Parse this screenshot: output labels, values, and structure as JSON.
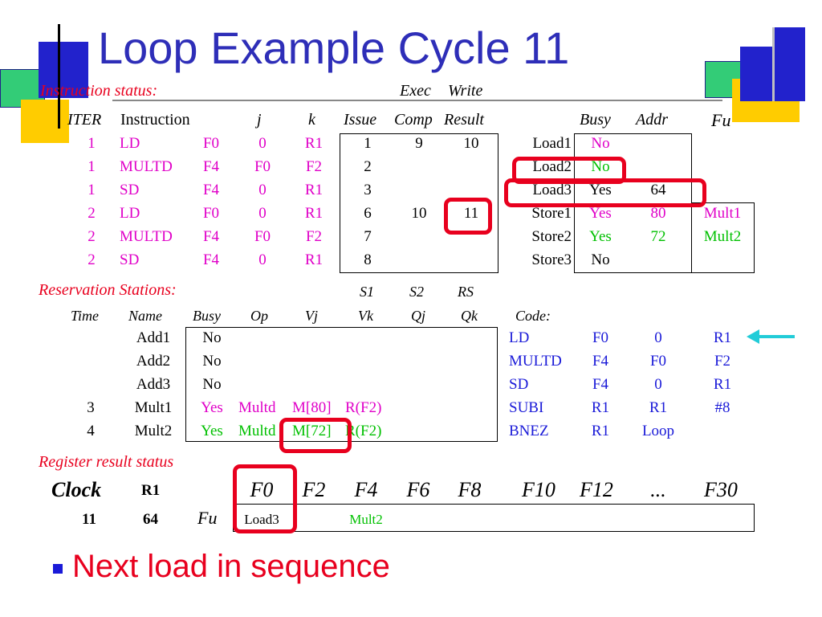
{
  "slide": {
    "title": "Loop Example Cycle 11",
    "bullet_text": "Next load in sequence"
  },
  "instruction_status": {
    "label": "Instruction status:",
    "header_top": [
      "Exec",
      "Write"
    ],
    "headers": [
      "ITER",
      "Instruction",
      "j",
      "k",
      "Issue",
      "Comp",
      "Result"
    ],
    "rows": [
      {
        "iter": "1",
        "op": "LD",
        "dest": "F0",
        "j": "0",
        "k": "R1",
        "issue": "1",
        "comp": "9",
        "result": "10"
      },
      {
        "iter": "1",
        "op": "MULTD",
        "dest": "F4",
        "j": "F0",
        "k": "F2",
        "issue": "2",
        "comp": "",
        "result": ""
      },
      {
        "iter": "1",
        "op": "SD",
        "dest": "F4",
        "j": "0",
        "k": "R1",
        "issue": "3",
        "comp": "",
        "result": ""
      },
      {
        "iter": "2",
        "op": "LD",
        "dest": "F0",
        "j": "0",
        "k": "R1",
        "issue": "6",
        "comp": "10",
        "result": "11"
      },
      {
        "iter": "2",
        "op": "MULTD",
        "dest": "F4",
        "j": "F0",
        "k": "F2",
        "issue": "7",
        "comp": "",
        "result": ""
      },
      {
        "iter": "2",
        "op": "SD",
        "dest": "F4",
        "j": "0",
        "k": "R1",
        "issue": "8",
        "comp": "",
        "result": ""
      }
    ]
  },
  "load_store": {
    "headers": [
      "Busy",
      "Addr",
      "Fu"
    ],
    "rows": [
      {
        "name": "Load1",
        "busy": "No",
        "addr": "",
        "fu": ""
      },
      {
        "name": "Load2",
        "busy": "No",
        "addr": "",
        "fu": ""
      },
      {
        "name": "Load3",
        "busy": "Yes",
        "addr": "64",
        "fu": ""
      },
      {
        "name": "Store1",
        "busy": "Yes",
        "addr": "80",
        "fu": "Mult1"
      },
      {
        "name": "Store2",
        "busy": "Yes",
        "addr": "72",
        "fu": "Mult2"
      },
      {
        "name": "Store3",
        "busy": "No",
        "addr": "",
        "fu": ""
      }
    ]
  },
  "reservation_stations": {
    "label": "Reservation Stations:",
    "header_top": [
      "S1",
      "S2",
      "RS"
    ],
    "headers": [
      "Time",
      "Name",
      "Busy",
      "Op",
      "Vj",
      "Vk",
      "Qj",
      "Qk",
      "Code:"
    ],
    "rows": [
      {
        "time": "",
        "name": "Add1",
        "busy": "No",
        "op": "",
        "vj": "",
        "vk": ""
      },
      {
        "time": "",
        "name": "Add2",
        "busy": "No",
        "op": "",
        "vj": "",
        "vk": ""
      },
      {
        "time": "",
        "name": "Add3",
        "busy": "No",
        "op": "",
        "vj": "",
        "vk": ""
      },
      {
        "time": "3",
        "name": "Mult1",
        "busy": "Yes",
        "op": "Multd",
        "vj": "M[80]",
        "vk": "R(F2)"
      },
      {
        "time": "4",
        "name": "Mult2",
        "busy": "Yes",
        "op": "Multd",
        "vj": "M[72]",
        "vk": "R(F2)"
      }
    ],
    "code": [
      [
        "LD",
        "F0",
        "0",
        "R1"
      ],
      [
        "MULTD",
        "F4",
        "F0",
        "F2"
      ],
      [
        "SD",
        "F4",
        "0",
        "R1"
      ],
      [
        "SUBI",
        "R1",
        "R1",
        "#8"
      ],
      [
        "BNEZ",
        "R1",
        "Loop",
        ""
      ]
    ]
  },
  "register_status": {
    "label": "Register result status",
    "clock_label": "Clock",
    "r1_label": "R1",
    "fu_label": "Fu",
    "clock_value": "11",
    "r1_value": "64",
    "registers": [
      "F0",
      "F2",
      "F4",
      "F6",
      "F8",
      "F10",
      "F12",
      "...",
      "F30"
    ],
    "values": [
      "Load3",
      "",
      "Mult2",
      "",
      "",
      "",
      "",
      "",
      ""
    ]
  },
  "colors": {
    "title": "#2e2eb8",
    "highlight": "#e8001e",
    "busy_yes": "#e000c8",
    "new_green": "#00c000",
    "code": "#1a1ad8"
  }
}
